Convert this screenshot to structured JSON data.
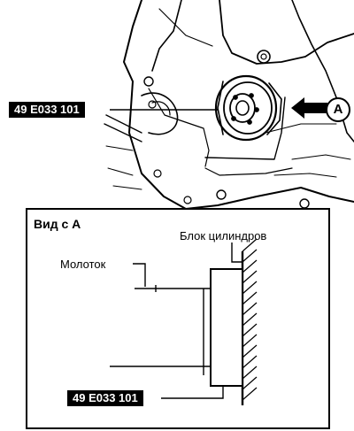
{
  "labels": {
    "top_part_number": "49 E033 101",
    "view_marker": "A",
    "view_title": "Вид с А",
    "cylinder_block": "Блок цилиндров",
    "hammer": "Молоток",
    "bottom_part_number": "49 E033 101"
  },
  "colors": {
    "ink": "#000000",
    "background": "#ffffff",
    "label_fill": "#000000",
    "label_text": "#ffffff"
  }
}
